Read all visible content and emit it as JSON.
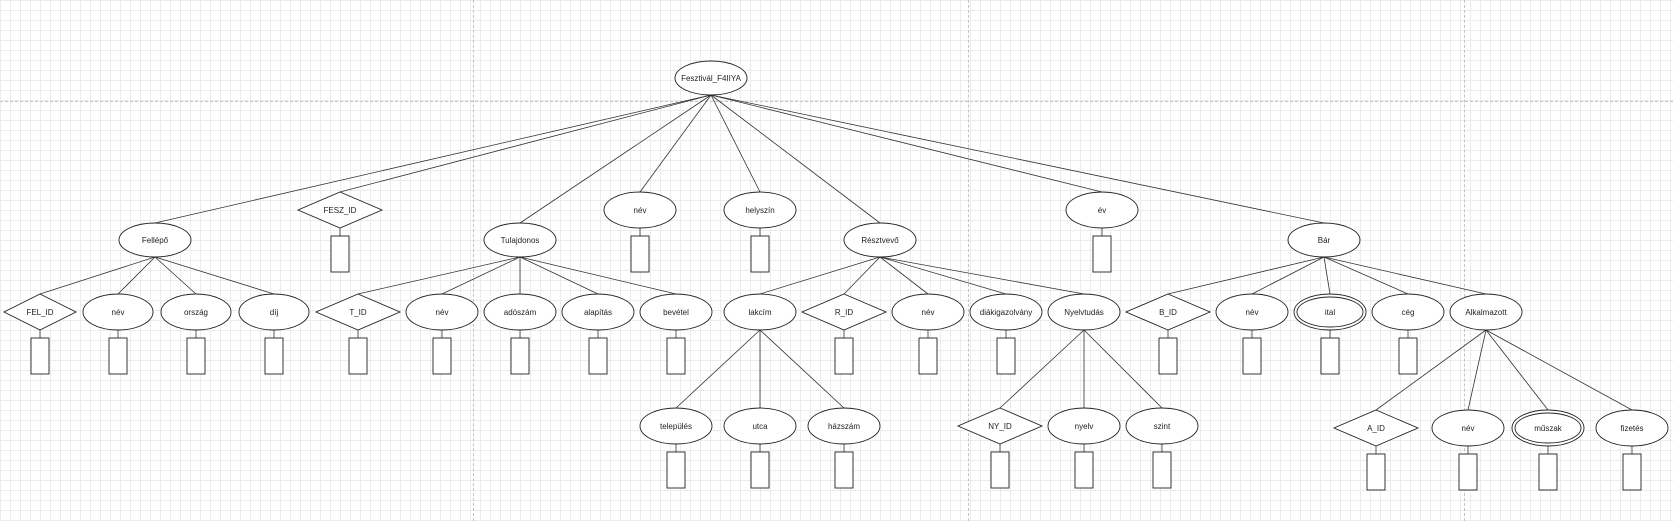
{
  "diagram": {
    "root": "Fesztivál_F4IIYA",
    "attributes": {
      "fellepo": "Fellépő",
      "fel_id": "FEL_ID",
      "fellepo_nev": "név",
      "orszag": "ország",
      "dij": "díj",
      "fesz_id": "FESZ_ID",
      "tulajdonos": "Tulajdonos",
      "t_id": "T_ID",
      "tulajdonos_nev": "név",
      "adoszam": "adószám",
      "alapitas": "alapítás",
      "bevetel": "bevétel",
      "fesztival_nev": "név",
      "helyszin": "helyszín",
      "resztvevo": "Résztvevő",
      "lakcim": "lakcím",
      "telepules": "település",
      "utca": "utca",
      "hazszam": "házszám",
      "r_id": "R_ID",
      "resztvevo_nev": "név",
      "diakigazolvany": "diákigazolvány",
      "nyelvtudas": "Nyelvtudás",
      "ny_id": "NY_ID",
      "nyelv": "nyelv",
      "szint": "szint",
      "ev": "év",
      "bar": "Bár",
      "b_id": "B_ID",
      "bar_nev": "név",
      "ital": "ital",
      "ceg": "cég",
      "alkalmazott": "Alkalmazott",
      "a_id": "A_ID",
      "alkalmazott_nev": "név",
      "muszak": "műszak",
      "fizetes": "fizetés"
    }
  }
}
